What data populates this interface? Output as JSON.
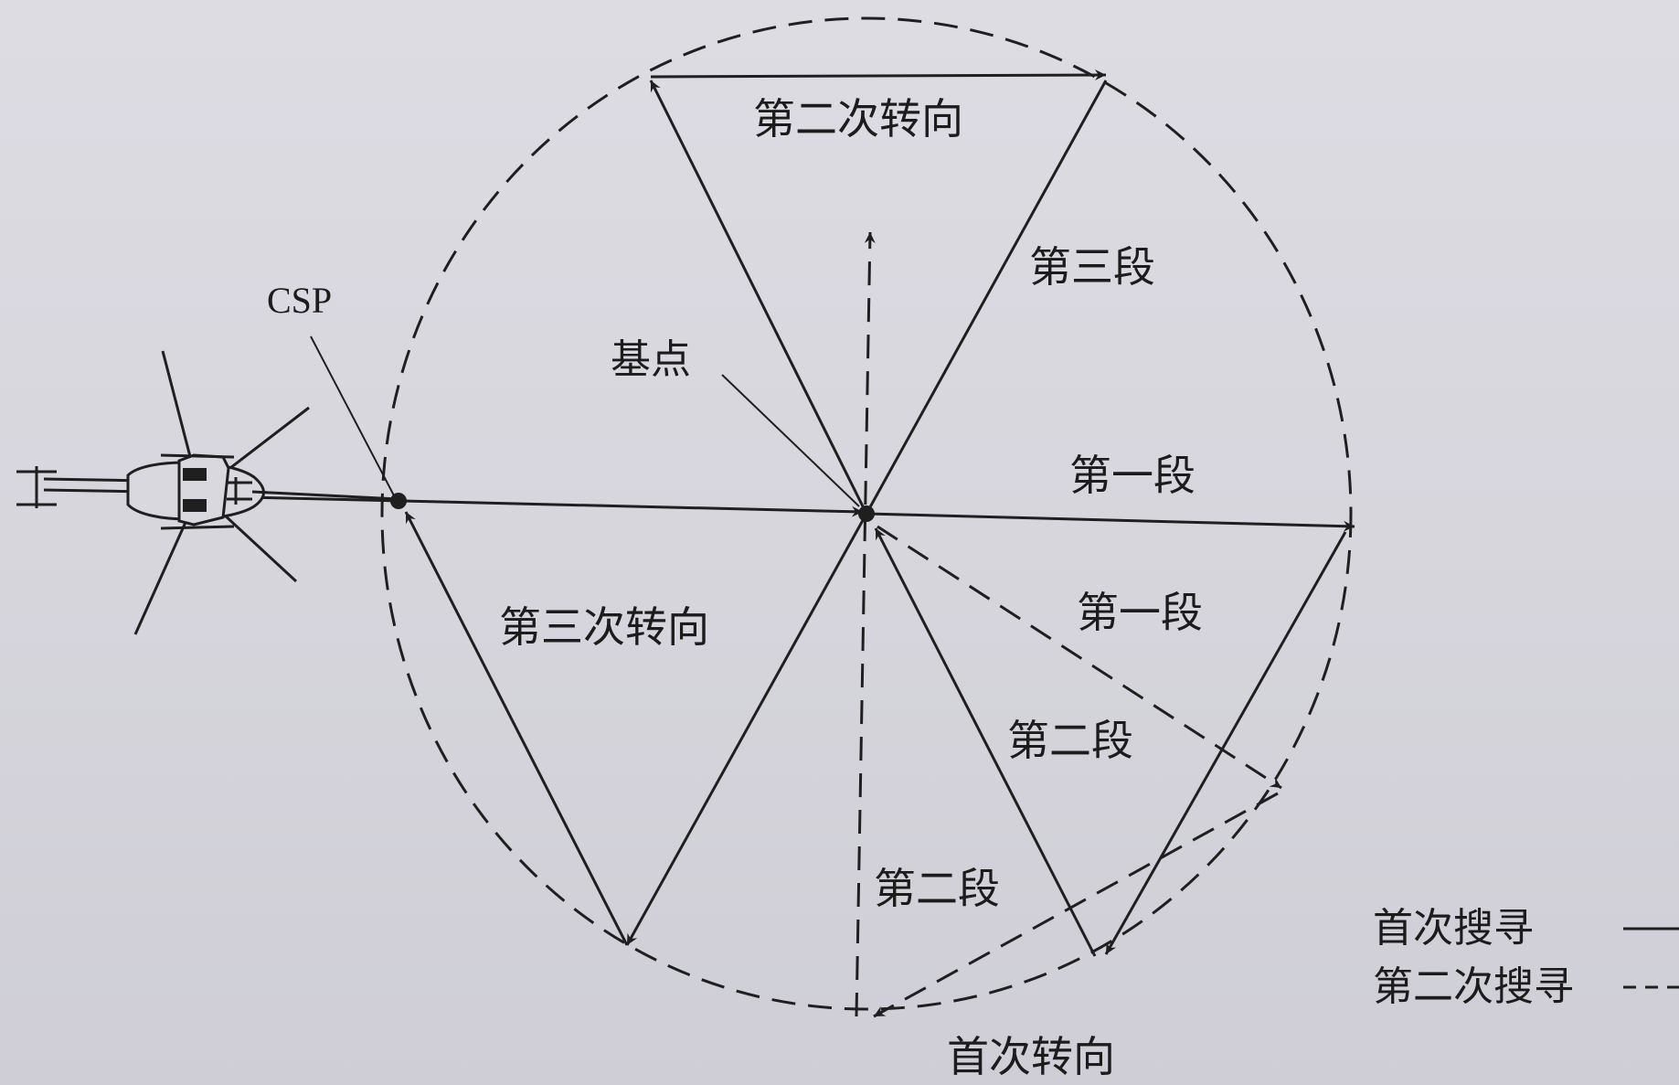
{
  "labels": {
    "csp": "CSP",
    "datum": "基点",
    "second_turn": "第二次转向",
    "third_turn": "第三次转向",
    "first_turn": "首次转向",
    "leg3_top": "第三段",
    "leg1_solid": "第一段",
    "leg1_dashed": "第一段",
    "leg2_solid": "第二段",
    "leg2_dashed": "第二段"
  },
  "legend": {
    "first_search": "首次搜寻",
    "second_search": "第二次搜寻"
  },
  "colors": {
    "ink": "#1f1f1f",
    "paper": "#d9d8df"
  },
  "icons": {
    "aircraft": "helicopter-icon"
  }
}
